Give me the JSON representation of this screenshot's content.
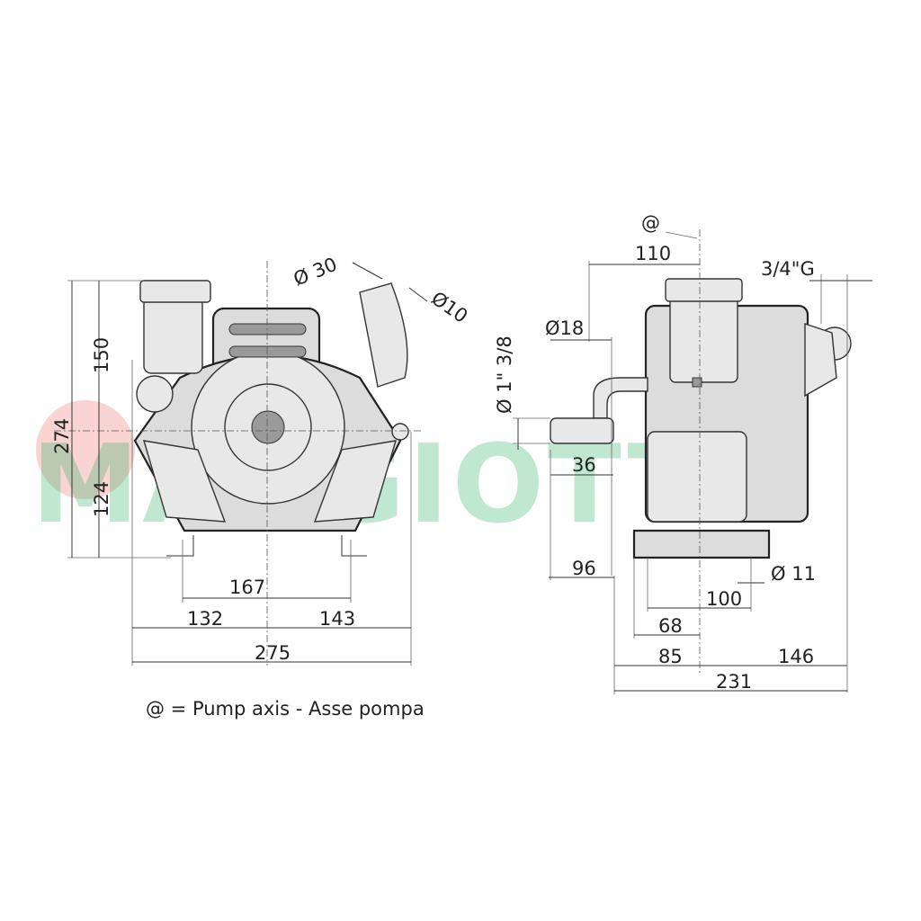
{
  "watermark": {
    "text": "MARGIOTTA",
    "color": "#1fae5a",
    "gear_color": "#e53935"
  },
  "front_view": {
    "dims": {
      "height_top": "150",
      "height_total": "274",
      "height_bottom": "124",
      "outlet_diameter": "Ø 30",
      "small_diameter": "Ø10",
      "feet_spacing": "167",
      "left_width": "132",
      "right_width": "143",
      "total_width": "275"
    }
  },
  "side_view": {
    "dims": {
      "axis_marker": "@",
      "top_offset": "110",
      "thread": "3/4\"G",
      "shaft_diameter_small": "Ø18",
      "shaft_diameter": "Ø 1\" 3/8",
      "shaft_length": "36",
      "shaft_to_flange": "96",
      "hole_diameter": "Ø 11",
      "hole_spacing": "100",
      "hole_offset": "68",
      "left_depth": "85",
      "right_depth": "146",
      "total_depth": "231"
    }
  },
  "footnote": "@ = Pump axis - Asse pompa"
}
